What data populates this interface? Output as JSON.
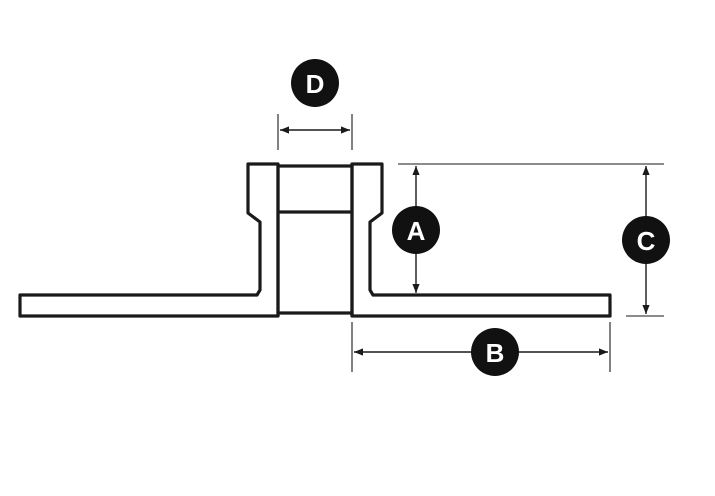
{
  "dimensions": {
    "a": {
      "label": "A"
    },
    "b": {
      "label": "B"
    },
    "c": {
      "label": "C"
    },
    "d": {
      "label": "D"
    }
  },
  "colors": {
    "stroke": "#1a1a1a",
    "badge_fill": "#111111",
    "badge_text": "#ffffff",
    "background": "#ffffff"
  }
}
